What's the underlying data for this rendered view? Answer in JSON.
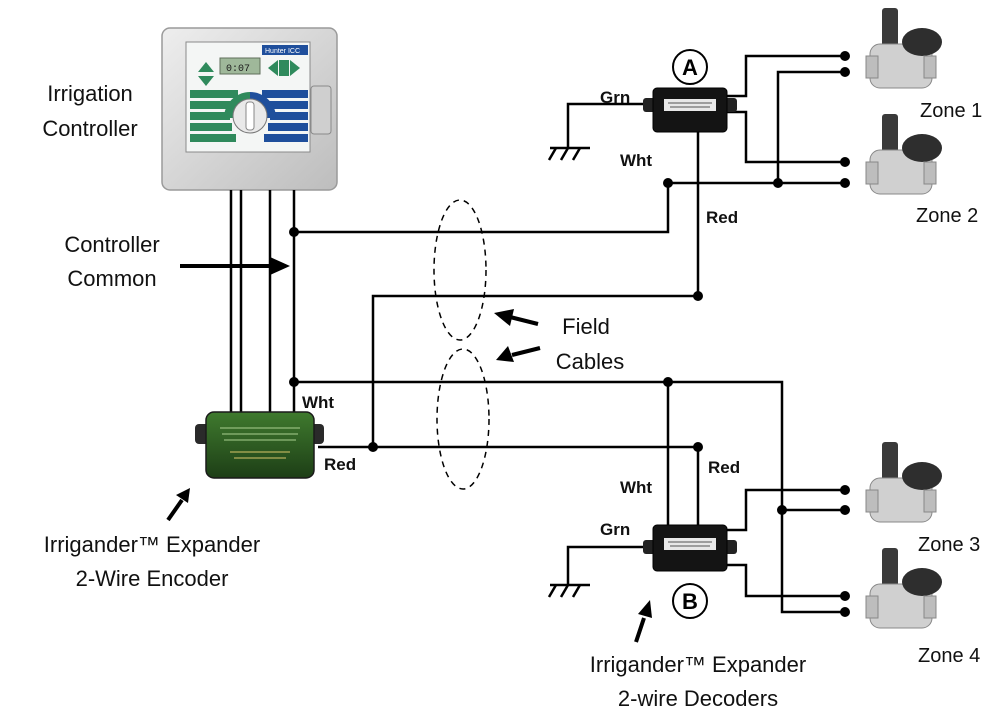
{
  "labels": {
    "controller_line1": "Irrigation",
    "controller_line2": "Controller",
    "common_line1": "Controller",
    "common_line2": "Common",
    "field_line1": "Field",
    "field_line2": "Cables",
    "encoder_line1": "Irrigander™ Expander",
    "encoder_line2": "2-Wire Encoder",
    "decoders_line1": "Irrigander™ Expander",
    "decoders_line2": "2-wire Decoders"
  },
  "markers": {
    "decoder_a": "A",
    "decoder_b": "B"
  },
  "wire_labels": {
    "a_grn": "Grn",
    "a_wht": "Wht",
    "a_red": "Red",
    "enc_wht": "Wht",
    "enc_red": "Red",
    "b_wht": "Wht",
    "b_red": "Red",
    "b_grn": "Grn"
  },
  "zones": [
    "Zone 1",
    "Zone 2",
    "Zone 3",
    "Zone 4"
  ],
  "controller_panel": {
    "brand_text": "Hunter ICC",
    "display_text": "0:07"
  },
  "colors": {
    "wire": "#000000",
    "controller_body": "#d9dadb",
    "panel_green": "#2f8a5c",
    "panel_blue": "#1f4f9c",
    "encoder_green": "#2d5e22",
    "valve_gray": "#cfcfcf",
    "solenoid_dark": "#3a3a3a"
  }
}
